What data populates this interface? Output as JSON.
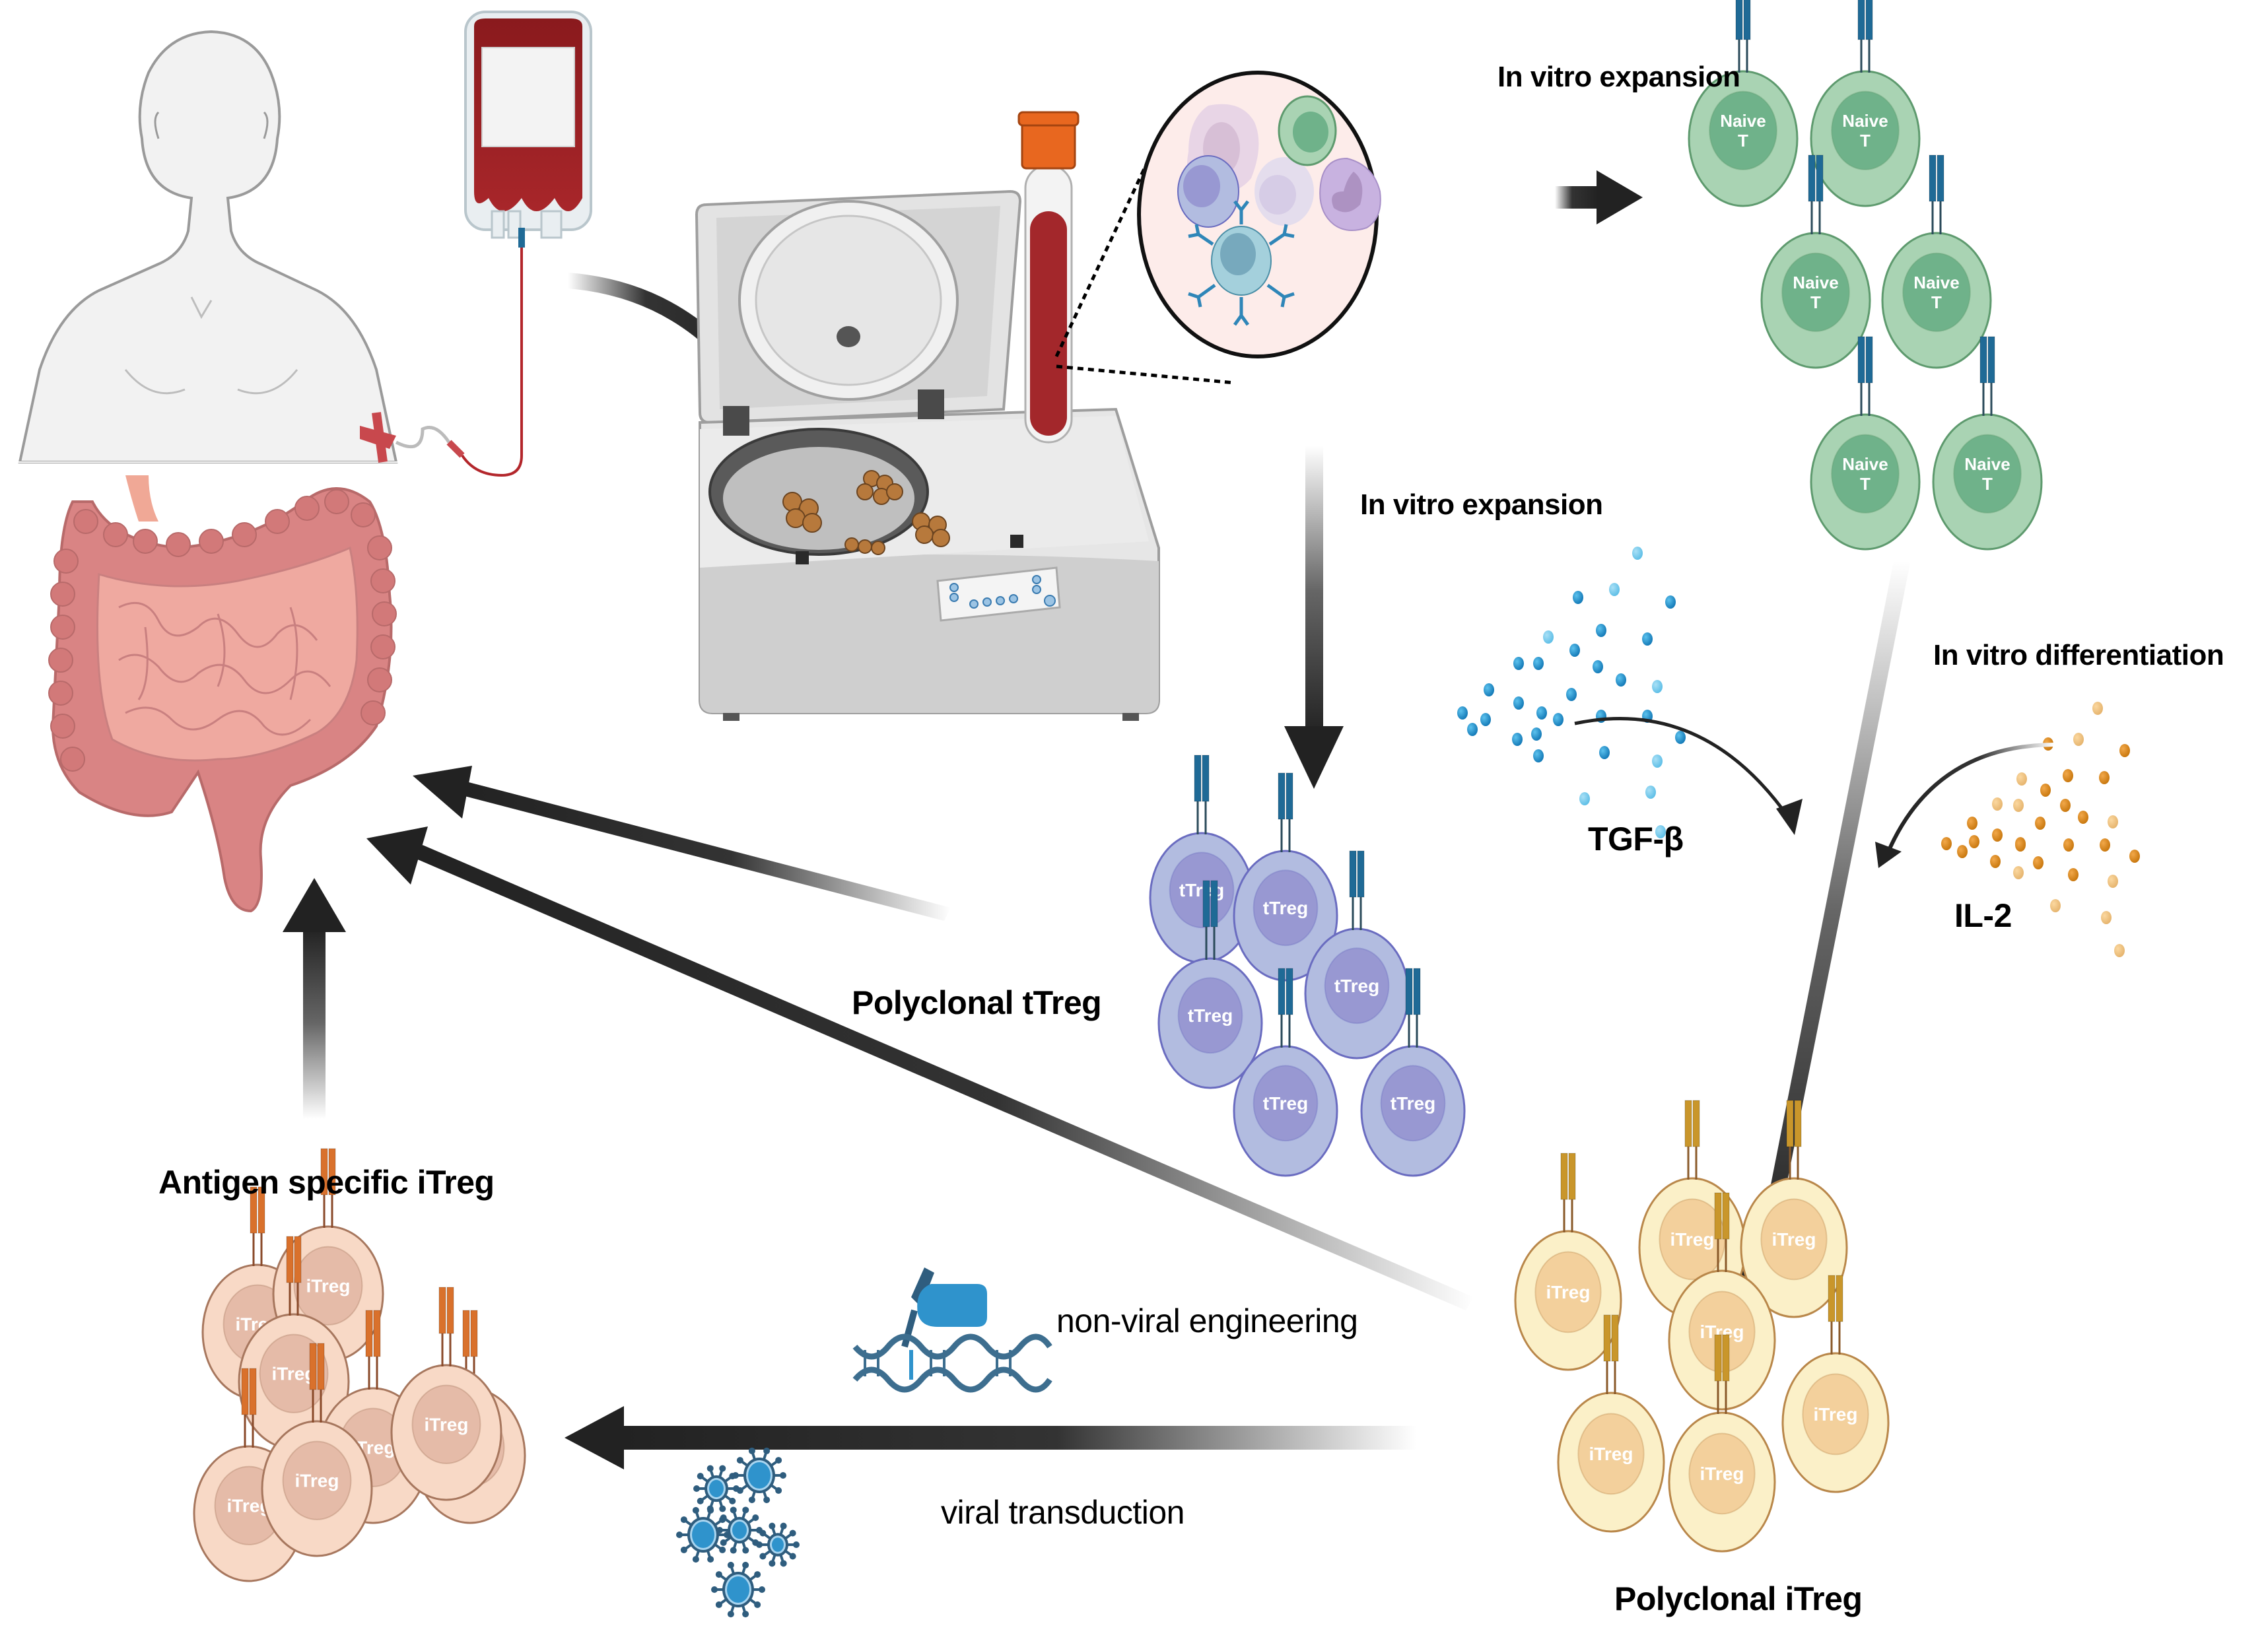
{
  "figure": {
    "labels": {
      "in_vitro_expansion_top": "In vitro expansion",
      "in_vitro_expansion_mid": "In vitro expansion",
      "in_vitro_differentiation": "In vitro differentiation",
      "tgf_beta": "TGF-β",
      "il_2": "IL-2",
      "polyclonal_ttreg": "Polyclonal tTreg",
      "polyclonal_itreg": "Polyclonal iTreg",
      "antigen_specific_itreg": "Antigen specific iTreg",
      "non_viral_engineering": "non-viral engineering",
      "viral_transduction": "viral transduction"
    },
    "cell_labels": {
      "naive_line1": "Naive",
      "naive_line2": "T",
      "ttreg": "tTreg",
      "itreg": "iTreg"
    },
    "icons": [
      "human-body-icon",
      "blood-bag-icon",
      "centrifuge-icon",
      "blood-tube-icon",
      "pbmc-magnified-icon",
      "intestine-icon",
      "dna-editing-icon",
      "virus-icon"
    ],
    "colors": {
      "naive_cell": "#a9d3b3",
      "naive_nucleus": "#6fb28a",
      "ttreg_cell": "#b2bce0",
      "ttreg_nucleus": "#9898d2",
      "itreg_poly_cell": "#fbf0c8",
      "itreg_poly_nucleus": "#f3d09c",
      "itreg_ag_cell": "#f8d9c6",
      "itreg_ag_nucleus": "#e5bba8",
      "tcr_blue": "#1f6a96",
      "tcr_gold": "#c9962b",
      "tcr_orange": "#d9712c",
      "tgf_beta_dot": "#1e90c8",
      "il2_dot": "#d8860f",
      "arrow": "#222222",
      "blood": "#9b1c1f",
      "intestine": "#e2948e"
    }
  }
}
